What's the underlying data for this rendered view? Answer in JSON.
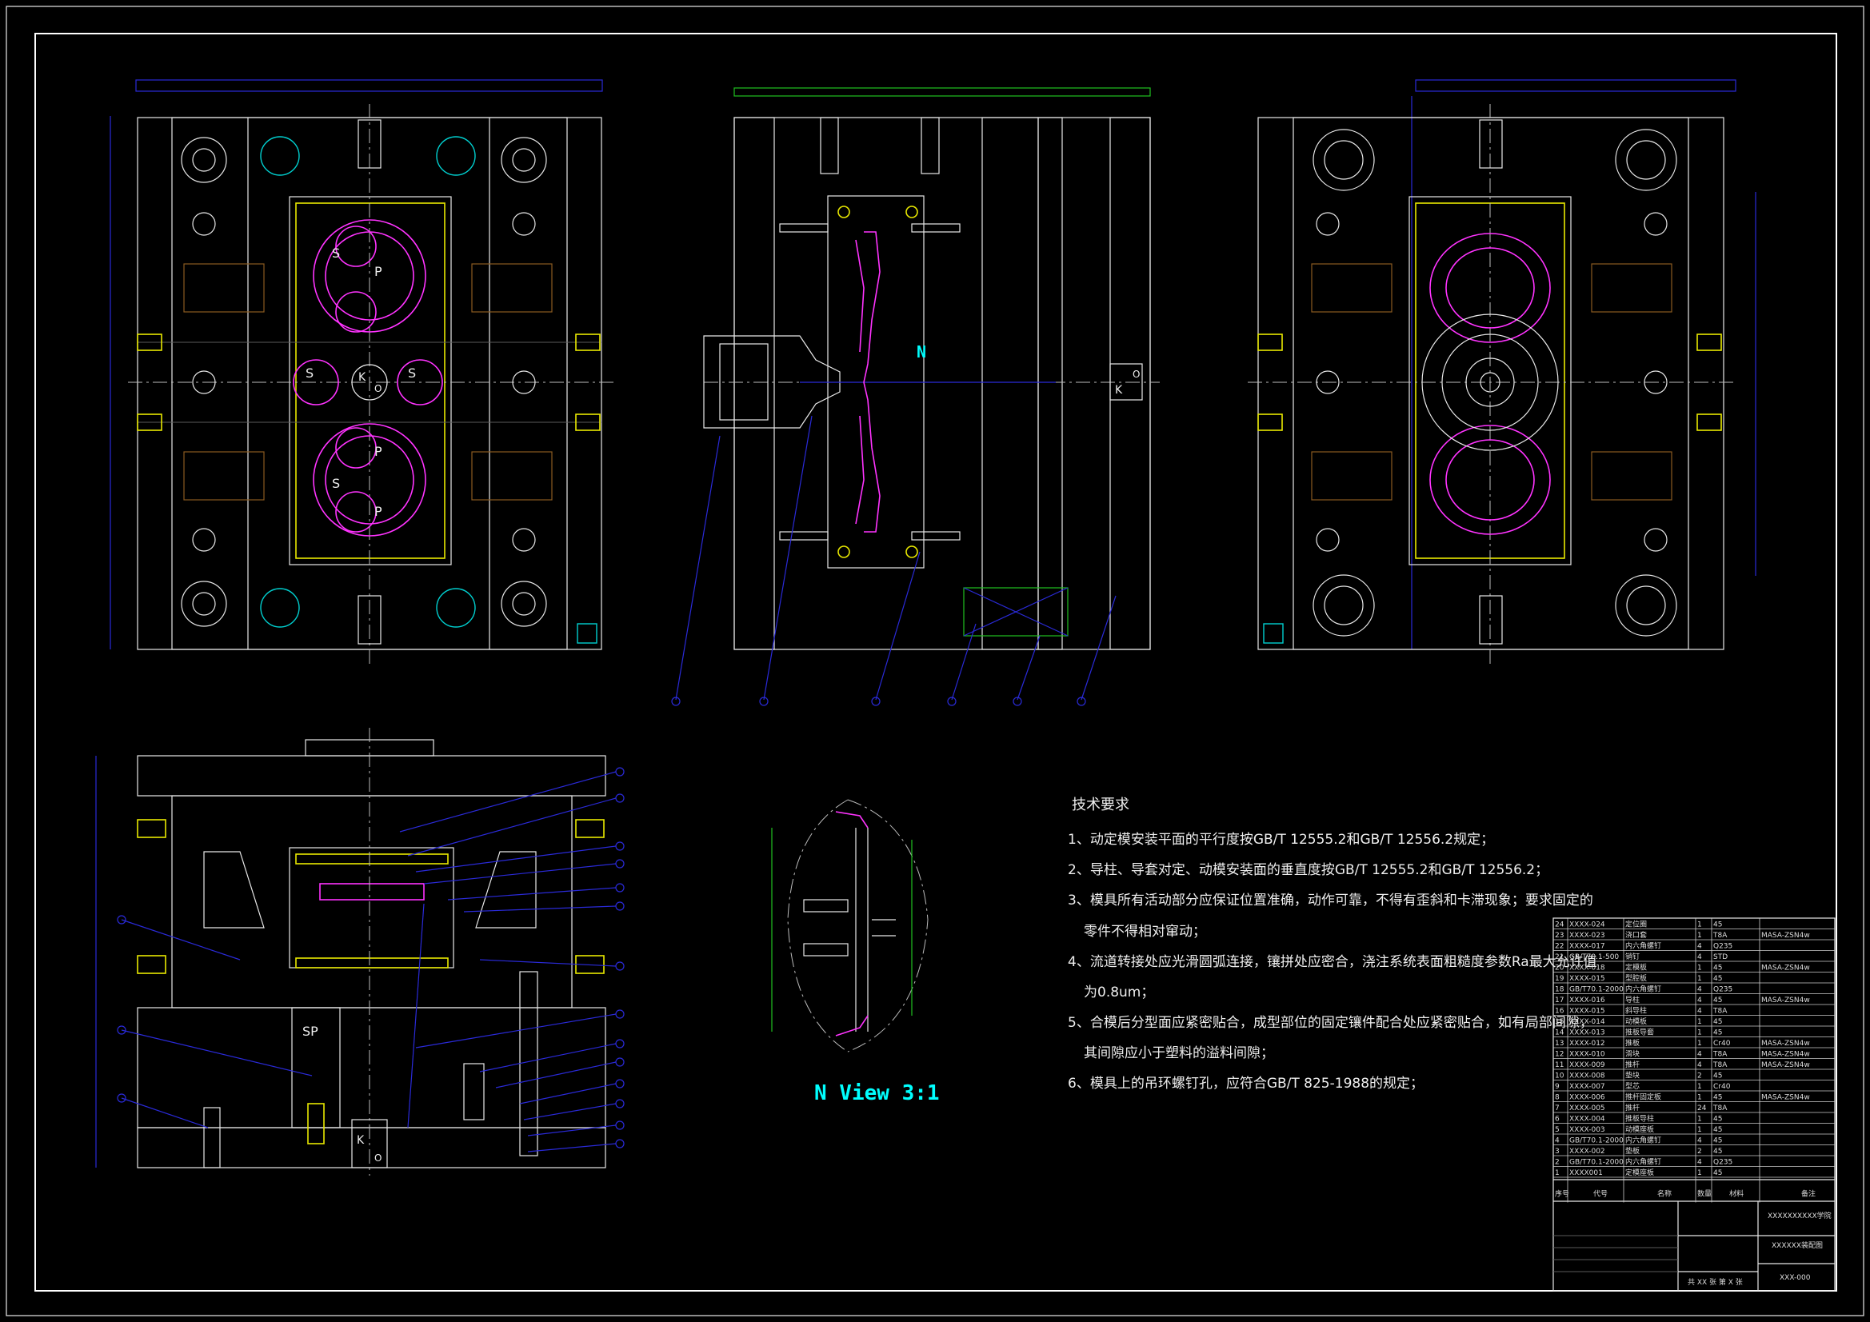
{
  "drawing": {
    "view_label": "N View 3:1",
    "section_label_n": "N",
    "mark_s": "S",
    "mark_p": "P",
    "mark_k": "K",
    "mark_o": "O",
    "mark_sp": "SP"
  },
  "tech_requirements": {
    "title": "技术要求",
    "items": [
      "1、动定模安装平面的平行度按GB/T 12555.2和GB/T 12556.2规定；",
      "2、导柱、导套对定、动模安装面的垂直度按GB/T 12555.2和GB/T 12556.2；",
      "3、模具所有活动部分应保证位置准确，动作可靠，不得有歪斜和卡滞现象；要求固定的",
      "零件不得相对窜动；",
      "4、流道转接处应光滑圆弧连接，镶拼处应密合，浇注系统表面粗糙度参数Ra最大允许值",
      "为0.8um；",
      "5、合模后分型面应紧密贴合，成型部位的固定镶件配合处应紧密贴合，如有局部间隙，",
      "其间隙应小于塑料的溢料间隙；",
      "6、模具上的吊环螺钉孔，应符合GB/T 825-1988的规定；"
    ]
  },
  "bom": {
    "rows": [
      {
        "no": "24",
        "code": "XXXX-024",
        "name": "定位圈",
        "qty": "1",
        "mat": "45",
        "note": ""
      },
      {
        "no": "23",
        "code": "XXXX-023",
        "name": "浇口套",
        "qty": "1",
        "mat": "T8A",
        "note": "MASA-ZSN4w"
      },
      {
        "no": "22",
        "code": "XXXX-017",
        "name": "内六角螺钉",
        "qty": "4",
        "mat": "Q235",
        "note": ""
      },
      {
        "no": "21",
        "code": "GB/T70.1-500",
        "name": "销钉",
        "qty": "4",
        "mat": "STD",
        "note": ""
      },
      {
        "no": "20",
        "code": "XXXX-018",
        "name": "定模板",
        "qty": "1",
        "mat": "45",
        "note": "MASA-ZSN4w"
      },
      {
        "no": "19",
        "code": "XXXX-015",
        "name": "型腔板",
        "qty": "1",
        "mat": "45",
        "note": ""
      },
      {
        "no": "18",
        "code": "GB/T70.1-2000",
        "name": "内六角螺钉",
        "qty": "4",
        "mat": "Q235",
        "note": ""
      },
      {
        "no": "17",
        "code": "XXXX-016",
        "name": "导柱",
        "qty": "4",
        "mat": "45",
        "note": "MASA-ZSN4w"
      },
      {
        "no": "16",
        "code": "XXXX-015",
        "name": "斜导柱",
        "qty": "4",
        "mat": "T8A",
        "note": ""
      },
      {
        "no": "15",
        "code": "XXXX-014",
        "name": "动模板",
        "qty": "1",
        "mat": "45",
        "note": ""
      },
      {
        "no": "14",
        "code": "XXXX-013",
        "name": "推板导套",
        "qty": "1",
        "mat": "45",
        "note": ""
      },
      {
        "no": "13",
        "code": "XXXX-012",
        "name": "推板",
        "qty": "1",
        "mat": "Cr40",
        "note": "MASA-ZSN4w"
      },
      {
        "no": "12",
        "code": "XXXX-010",
        "name": "滑块",
        "qty": "4",
        "mat": "T8A",
        "note": "MASA-ZSN4w"
      },
      {
        "no": "11",
        "code": "XXXX-009",
        "name": "推杆",
        "qty": "4",
        "mat": "T8A",
        "note": "MASA-ZSN4w"
      },
      {
        "no": "10",
        "code": "XXXX-008",
        "name": "垫块",
        "qty": "2",
        "mat": "45",
        "note": ""
      },
      {
        "no": "9",
        "code": "XXXX-007",
        "name": "型芯",
        "qty": "1",
        "mat": "Cr40",
        "note": ""
      },
      {
        "no": "8",
        "code": "XXXX-006",
        "name": "推杆固定板",
        "qty": "1",
        "mat": "45",
        "note": "MASA-ZSN4w"
      },
      {
        "no": "7",
        "code": "XXXX-005",
        "name": "推杆",
        "qty": "24",
        "mat": "T8A",
        "note": ""
      },
      {
        "no": "6",
        "code": "XXXX-004",
        "name": "推板导柱",
        "qty": "1",
        "mat": "45",
        "note": ""
      },
      {
        "no": "5",
        "code": "XXXX-003",
        "name": "动模座板",
        "qty": "1",
        "mat": "45",
        "note": ""
      },
      {
        "no": "4",
        "code": "GB/T70.1-2000",
        "name": "内六角螺钉",
        "qty": "4",
        "mat": "45",
        "note": ""
      },
      {
        "no": "3",
        "code": "XXXX-002",
        "name": "垫板",
        "qty": "2",
        "mat": "45",
        "note": ""
      },
      {
        "no": "2",
        "code": "GB/T70.1-2000",
        "name": "内六角螺钉",
        "qty": "4",
        "mat": "Q235",
        "note": ""
      },
      {
        "no": "1",
        "code": "XXXX001",
        "name": "定模座板",
        "qty": "1",
        "mat": "45",
        "note": ""
      }
    ],
    "header": {
      "no": "序号",
      "code": "代号",
      "name": "名称",
      "qty": "数量",
      "mat": "材料",
      "note": "备注"
    },
    "school": "XXXXXXXXXX学院",
    "drawing_name": "XXXXXX装配图",
    "drawing_code": "XXX-000",
    "sheet_info": "共 XX 张  第 X 张"
  },
  "colors": {
    "white": "#e8e8e8",
    "magenta": "#ff33ff",
    "blue": "#2a2ad8",
    "yellow": "#e8e800",
    "cyan": "#00ffff",
    "green": "#20c020"
  }
}
